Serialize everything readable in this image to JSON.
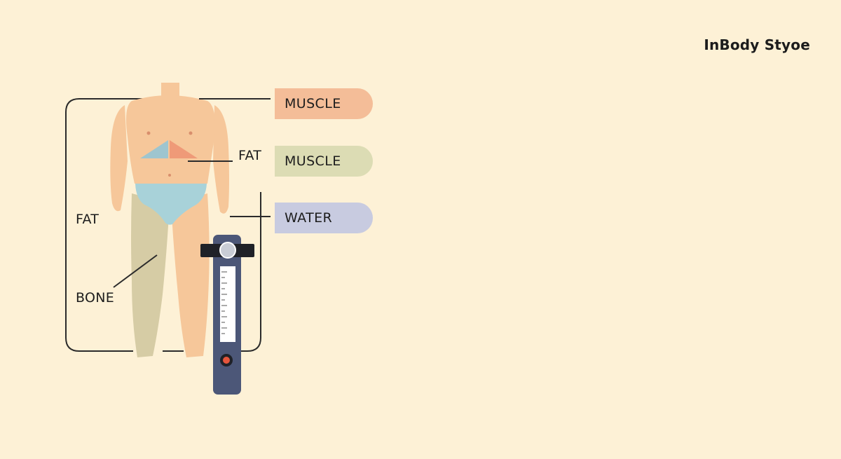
{
  "brand": "InBody Styoe",
  "labels": {
    "muscle_top": "MUSCLE",
    "muscle_mid": "MUSCLE",
    "water": "WATER",
    "fat_torso": "FAT",
    "fat_left": "FAT",
    "bone": "BONE"
  },
  "colors": {
    "background": "#fdf1d6",
    "skin": "#f6c79a",
    "muscle_top": "#f4bd98",
    "muscle_mid": "#dcdcb4",
    "water": "#c8cbe0",
    "leg_bone": "#d6cca5",
    "underwear": "#a8d2d9",
    "torso_blue": "#9ec5cf",
    "torso_orange": "#ef9a78",
    "device_body": "#4c5778",
    "device_clip": "#1f2127",
    "device_led": "#e5553c"
  },
  "icons": {
    "body": "human-body-figure",
    "device": "body-composition-analyzer-device"
  }
}
